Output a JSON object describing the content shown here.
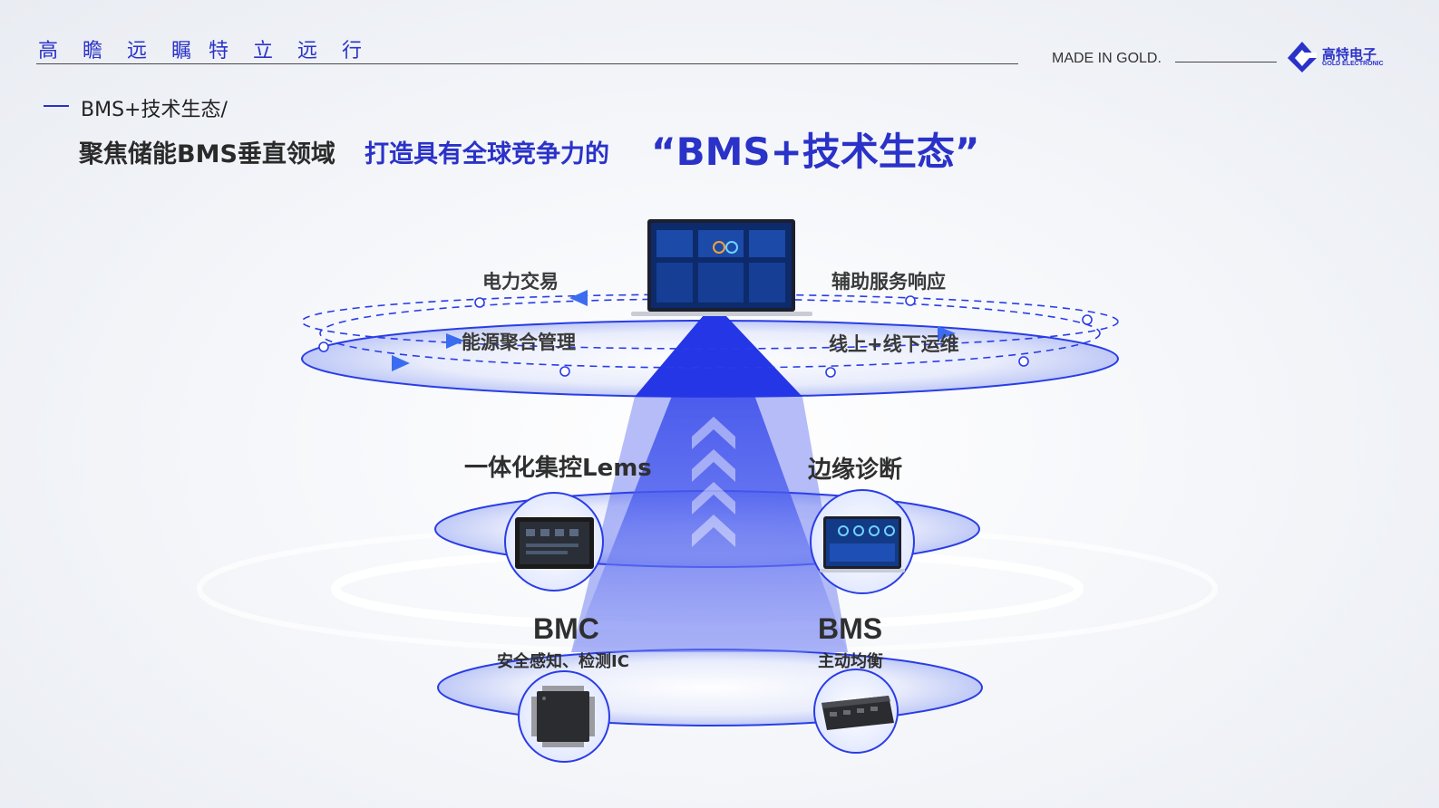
{
  "header": {
    "slogan_left": "高 瞻 远 瞩",
    "slogan_right": "特 立 远 行",
    "made_in": "MADE IN GOLD.",
    "brand_cn": "高特电子",
    "brand_en": "GOLD ELECTRONIC"
  },
  "section": {
    "title": "BMS+技术生态/"
  },
  "headline": {
    "part1": "聚焦储能BMS垂直领域",
    "part2": "打造具有全球竞争力的",
    "part3": "“BMS+技术生态”"
  },
  "diagram": {
    "top_ring": {
      "items": [
        "电力交易",
        "辅助服务响应",
        "能源聚合管理",
        "线上+线下运维"
      ]
    },
    "middle_ring": {
      "left_label": "一体化集控Lems",
      "right_label": "边缘诊断"
    },
    "bottom_ring": {
      "left_title": "BMC",
      "left_sub": "安全感知、检测IC",
      "right_title": "BMS",
      "right_sub": "主动均衡"
    }
  },
  "colors": {
    "brand_blue": "#2a32c8",
    "beam_blue": "#2b3de8"
  }
}
